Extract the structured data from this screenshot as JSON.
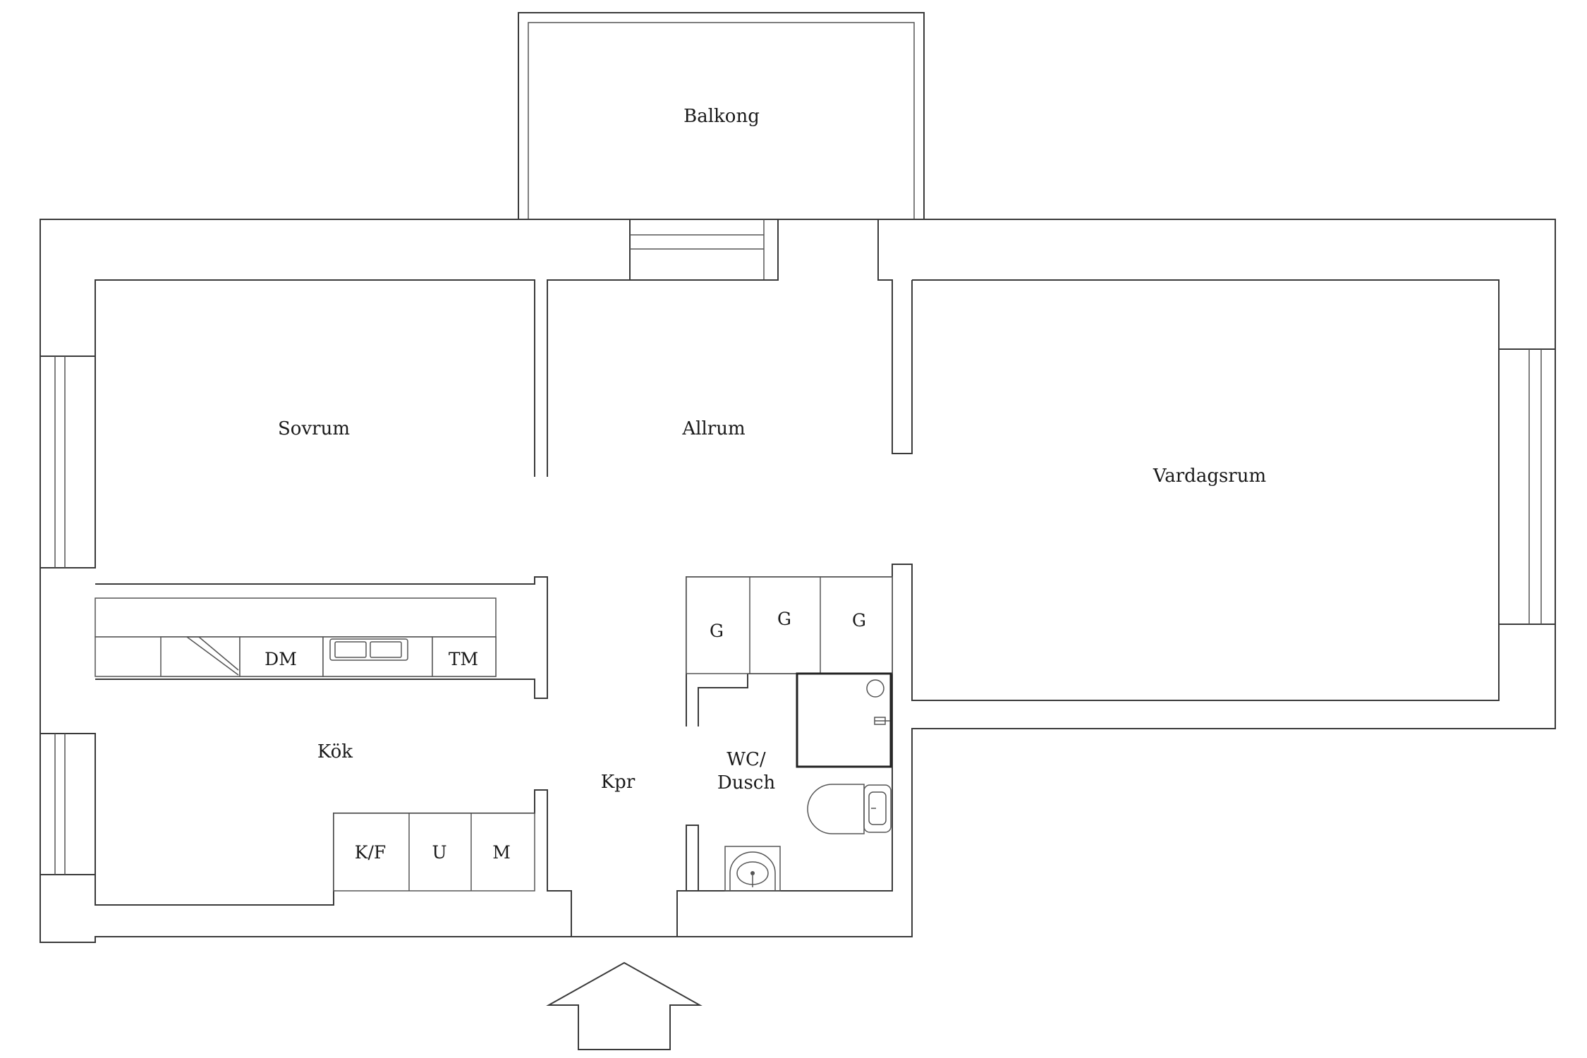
{
  "rooms": {
    "balkong": "Balkong",
    "sovrum": "Sovrum",
    "allrum": "Allrum",
    "vardagsrum": "Vardagsrum",
    "kok": "Kök",
    "kpr": "Kpr",
    "wc_line1": "WC/",
    "wc_line2": "Dusch"
  },
  "fixtures": {
    "dm": "DM",
    "tm": "TM",
    "kf": "K/F",
    "u": "U",
    "m": "M",
    "g1": "G",
    "g2": "G",
    "g3": "G"
  },
  "colors": {
    "wall_stroke": "#3a3a3a",
    "background": "#ffffff",
    "text": "#1a1a1a"
  }
}
